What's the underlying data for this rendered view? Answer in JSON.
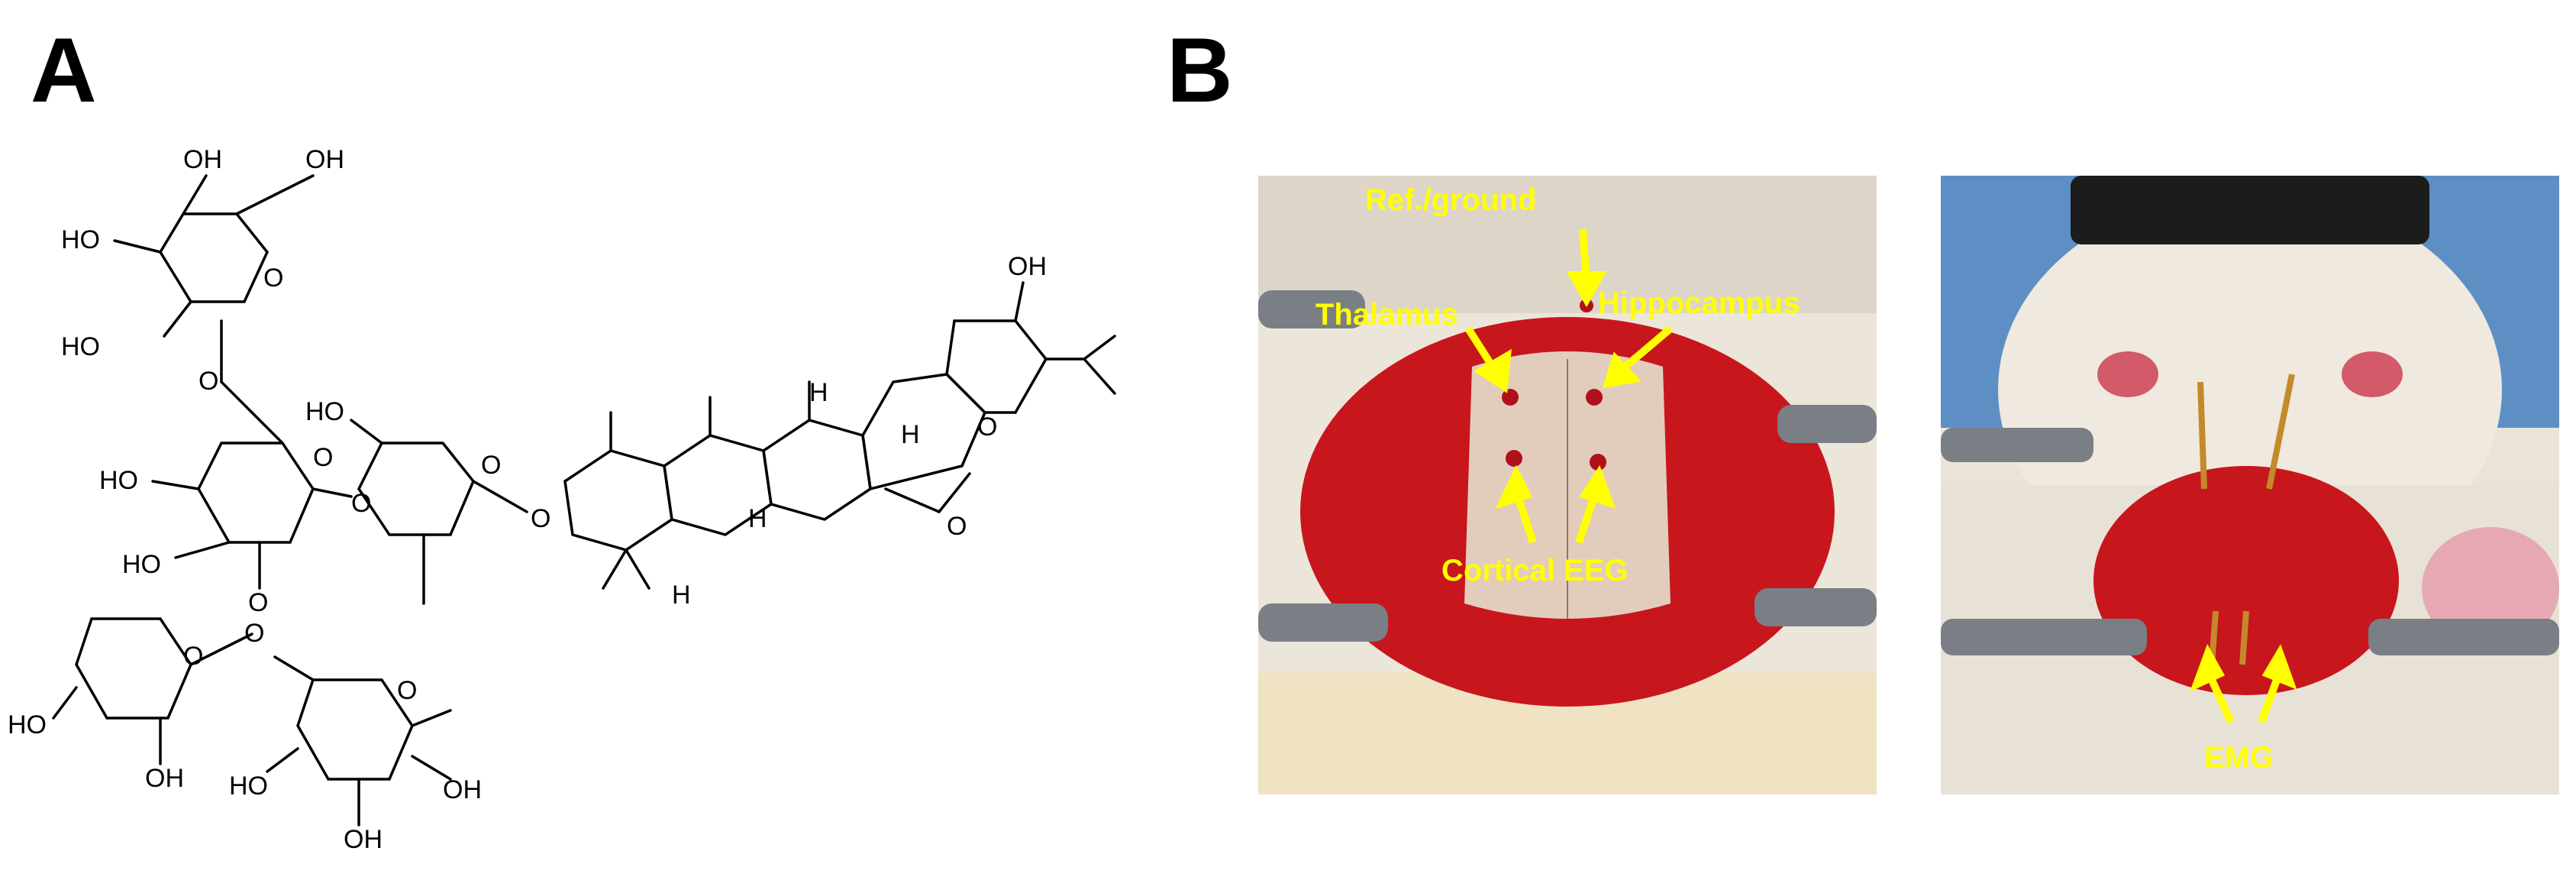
{
  "panels": {
    "a": {
      "letter": "A"
    },
    "b": {
      "letter": "B"
    }
  },
  "structure": {
    "groups": {
      "oh_top1": "OH",
      "oh_top2": "OH",
      "ho_g1": "HO",
      "ho_g1b": "HO",
      "o_g1": "O",
      "o_link": "O",
      "ho_g2": "HO",
      "ho_g2b": "HO",
      "o_g2": "O",
      "o_g2_3": "O",
      "ho_x": "HO",
      "o_x": "O",
      "o_x2": "O",
      "o_ara": "O",
      "o_ara_link": "O",
      "ho_ara1": "HO",
      "oh_ara2": "OH",
      "o_rha": "O",
      "ho_rha": "HO",
      "oh_rha1": "OH",
      "oh_rha2": "OH",
      "o_agly": "O",
      "oh_agly": "OH",
      "h1": "H",
      "h2": "H",
      "h3": "H",
      "h4": "H",
      "o_ring1": "O",
      "o_ring2": "O"
    }
  },
  "photos": {
    "left": {
      "labels": {
        "ref": "Ref./ground",
        "thalamus": "Thalamus",
        "hippocampus": "Hippocampus",
        "cortical": "Cortical EEG"
      }
    },
    "right": {
      "labels": {
        "emg": "EMG"
      }
    }
  },
  "colors": {
    "label": "#ffff00",
    "tissue": "#c8161d",
    "fur": "#ece6da"
  }
}
